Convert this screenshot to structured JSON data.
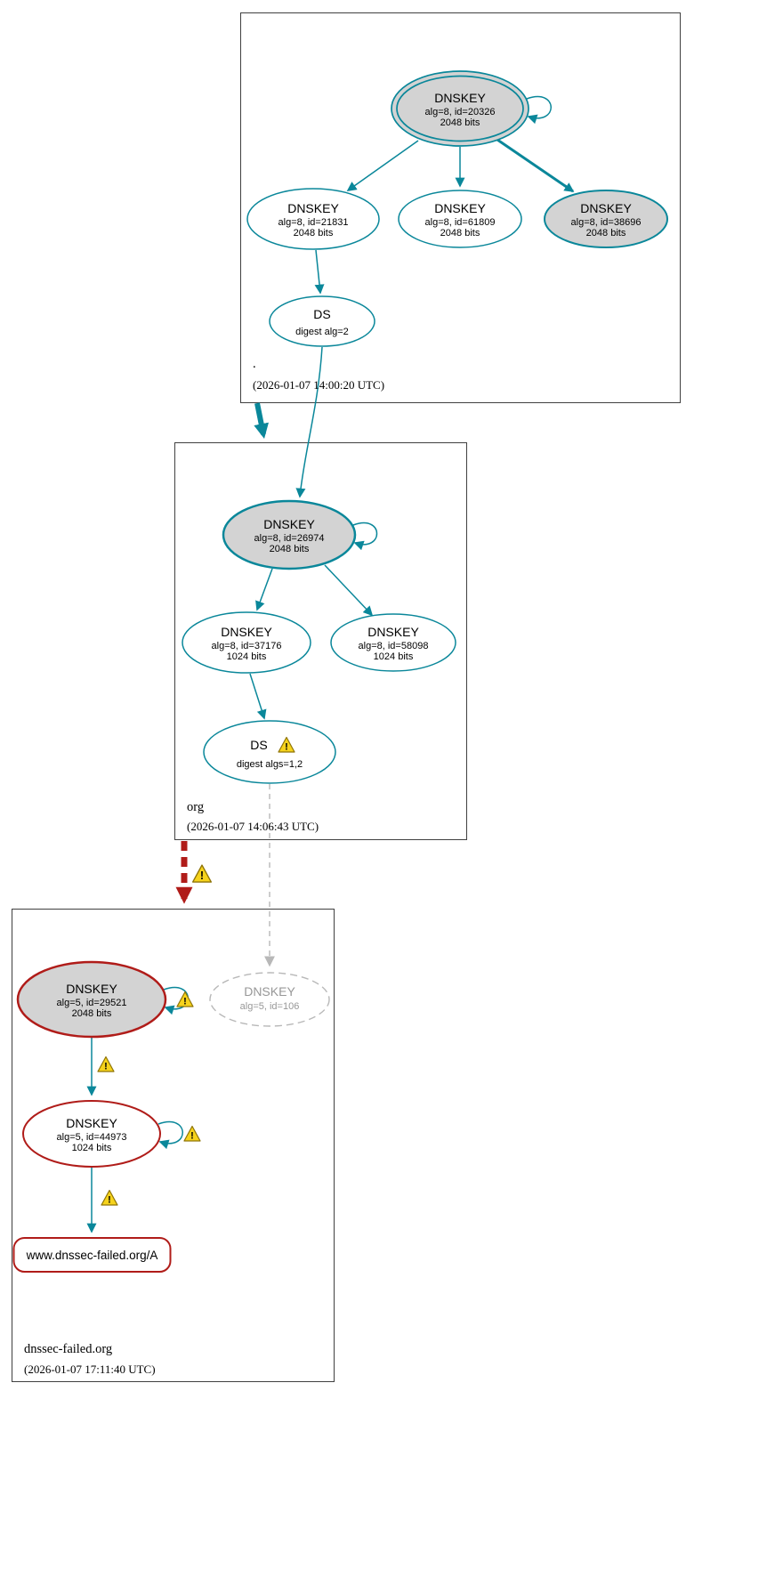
{
  "colors": {
    "secure": "#0a879a",
    "bogus": "#b01c19",
    "node_fill": "#d3d3d3",
    "warning": "#f6d31c",
    "missing": "#b8b8b8",
    "border": "#404040"
  },
  "zones": {
    "root": {
      "name": ".",
      "timestamp": "(2026-01-07 14:00:20 UTC)"
    },
    "org": {
      "name": "org",
      "timestamp": "(2026-01-07 14:06:43 UTC)"
    },
    "dnssec_failed": {
      "name": "dnssec-failed.org",
      "timestamp": "(2026-01-07 17:11:40 UTC)"
    }
  },
  "nodes": {
    "root_ksk_20326": {
      "label": "DNSKEY",
      "detail1": "alg=8, id=20326",
      "detail2": "2048 bits"
    },
    "root_key_21831": {
      "label": "DNSKEY",
      "detail1": "alg=8, id=21831",
      "detail2": "2048 bits"
    },
    "root_key_61809": {
      "label": "DNSKEY",
      "detail1": "alg=8, id=61809",
      "detail2": "2048 bits"
    },
    "root_key_38696": {
      "label": "DNSKEY",
      "detail1": "alg=8, id=38696",
      "detail2": "2048 bits"
    },
    "root_ds": {
      "label": "DS",
      "detail1": "digest alg=2"
    },
    "org_ksk_26974": {
      "label": "DNSKEY",
      "detail1": "alg=8, id=26974",
      "detail2": "2048 bits"
    },
    "org_key_37176": {
      "label": "DNSKEY",
      "detail1": "alg=8, id=37176",
      "detail2": "1024 bits"
    },
    "org_key_58098": {
      "label": "DNSKEY",
      "detail1": "alg=8, id=58098",
      "detail2": "1024 bits"
    },
    "org_ds": {
      "label": "DS",
      "detail1": "digest algs=1,2"
    },
    "failed_ksk_29521": {
      "label": "DNSKEY",
      "detail1": "alg=5, id=29521",
      "detail2": "2048 bits"
    },
    "failed_key_106": {
      "label": "DNSKEY",
      "detail1": "alg=5, id=106"
    },
    "failed_zsk_44973": {
      "label": "DNSKEY",
      "detail1": "alg=5, id=44973",
      "detail2": "1024 bits"
    },
    "failed_rrset": {
      "label": "www.dnssec-failed.org/A"
    }
  },
  "warning_mark": "!"
}
